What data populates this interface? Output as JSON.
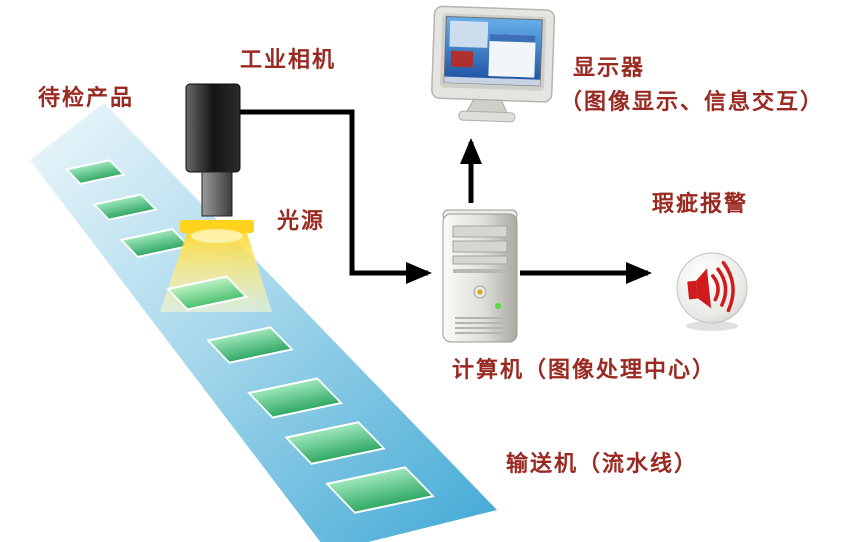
{
  "diagram": {
    "title_semantic": "machine-vision-inspection-system-diagram",
    "labels": {
      "pending_product": "待检产品",
      "industrial_camera": "工业相机",
      "light_source": "光源",
      "monitor": "显示器",
      "monitor_desc": "（图像显示、信息交互）",
      "defect_alarm": "瑕疵报警",
      "computer": "计算机（图像处理中心）",
      "conveyor": "输送机（流水线）"
    },
    "icons": {
      "camera": "industrial-camera-icon",
      "light_cone": "light-beam-icon",
      "conveyor_belt": "conveyor-belt-shape",
      "product": "product-block-icon",
      "monitor": "crt-monitor-icon",
      "computer_tower": "computer-tower-icon",
      "alarm_speaker": "speaker-icon",
      "arrows": "flow-arrow"
    },
    "colors": {
      "label_text": "#9a2a21",
      "belt_light": "#eef7fb",
      "belt_dark": "#3fa8d5",
      "product_light": "#9fe8bc",
      "product_dark": "#2fa763",
      "light_beam": "#ffd829",
      "arrow": "#000000",
      "speaker_red": "#cf1b1b",
      "screen_blue": "#2f7cd0"
    }
  }
}
